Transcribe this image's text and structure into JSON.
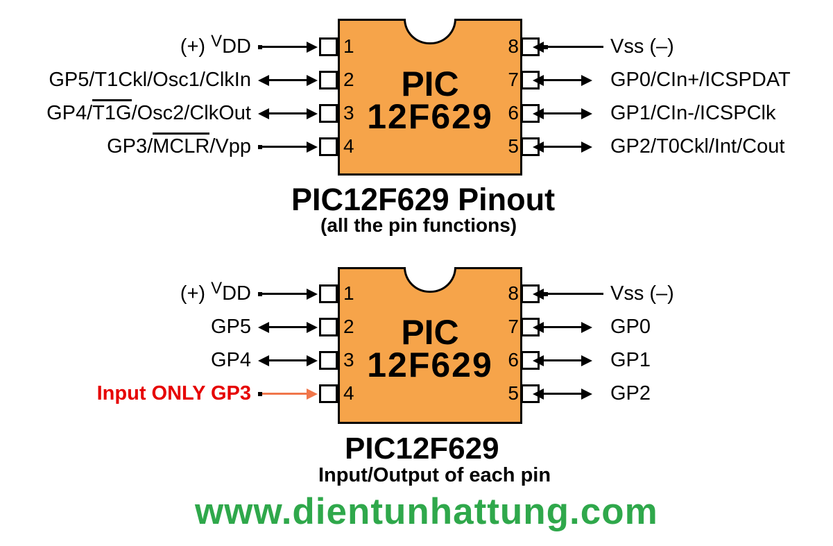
{
  "colors": {
    "chip_fill": "#F6A44A",
    "chip_border": "#000000",
    "pin_square_fill": "#FFFFFF",
    "text": "#000000",
    "input_only_red": "#E60000",
    "gp3_arrow_orange": "#F0764A",
    "website_green": "#2FA84B"
  },
  "top_diagram": {
    "chip": {
      "line1": "PIC",
      "line2": "12F629"
    },
    "title": "PIC12F629  Pinout",
    "subtitle": "(all the pin functions)",
    "left_pins": [
      {
        "number": "1",
        "label_prefix": "(+) ",
        "label_main": "V",
        "label_sub": "DD",
        "direction": "input"
      },
      {
        "number": "2",
        "label": "GP5/T1Ckl/Osc1/ClkIn",
        "direction": "bidirectional"
      },
      {
        "number": "3",
        "label_pre": "GP4/",
        "label_overline": "T1G",
        "label_post": "/Osc2/ClkOut",
        "direction": "bidirectional"
      },
      {
        "number": "4",
        "label_pre": "GP3/",
        "label_overline": "MCLR",
        "label_post": "/Vpp",
        "direction": "input"
      }
    ],
    "right_pins": [
      {
        "number": "8",
        "label": "Vss (–)",
        "direction": "input"
      },
      {
        "number": "7",
        "label": "GP0/CIn+/ICSPDAT",
        "direction": "bidirectional"
      },
      {
        "number": "6",
        "label": "GP1/CIn-/ICSPClk",
        "direction": "bidirectional"
      },
      {
        "number": "5",
        "label": "GP2/T0Ckl/Int/Cout",
        "direction": "bidirectional"
      }
    ]
  },
  "bottom_diagram": {
    "chip": {
      "line1": "PIC",
      "line2": "12F629"
    },
    "title": "PIC12F629",
    "subtitle": "Input/Output of each pin",
    "left_pins": [
      {
        "number": "1",
        "label_prefix": "(+) ",
        "label_main": "V",
        "label_sub": "DD",
        "direction": "input"
      },
      {
        "number": "2",
        "label": "GP5",
        "direction": "bidirectional"
      },
      {
        "number": "3",
        "label": "GP4",
        "direction": "bidirectional"
      },
      {
        "number": "4",
        "label": "Input ONLY GP3",
        "direction": "input",
        "emphasis": "red"
      }
    ],
    "right_pins": [
      {
        "number": "8",
        "label": "Vss (–)",
        "direction": "input"
      },
      {
        "number": "7",
        "label": "GP0",
        "direction": "bidirectional"
      },
      {
        "number": "6",
        "label": "GP1",
        "direction": "bidirectional"
      },
      {
        "number": "5",
        "label": "GP2",
        "direction": "bidirectional"
      }
    ]
  },
  "footer": {
    "website": "www.dientunhattung.com"
  }
}
